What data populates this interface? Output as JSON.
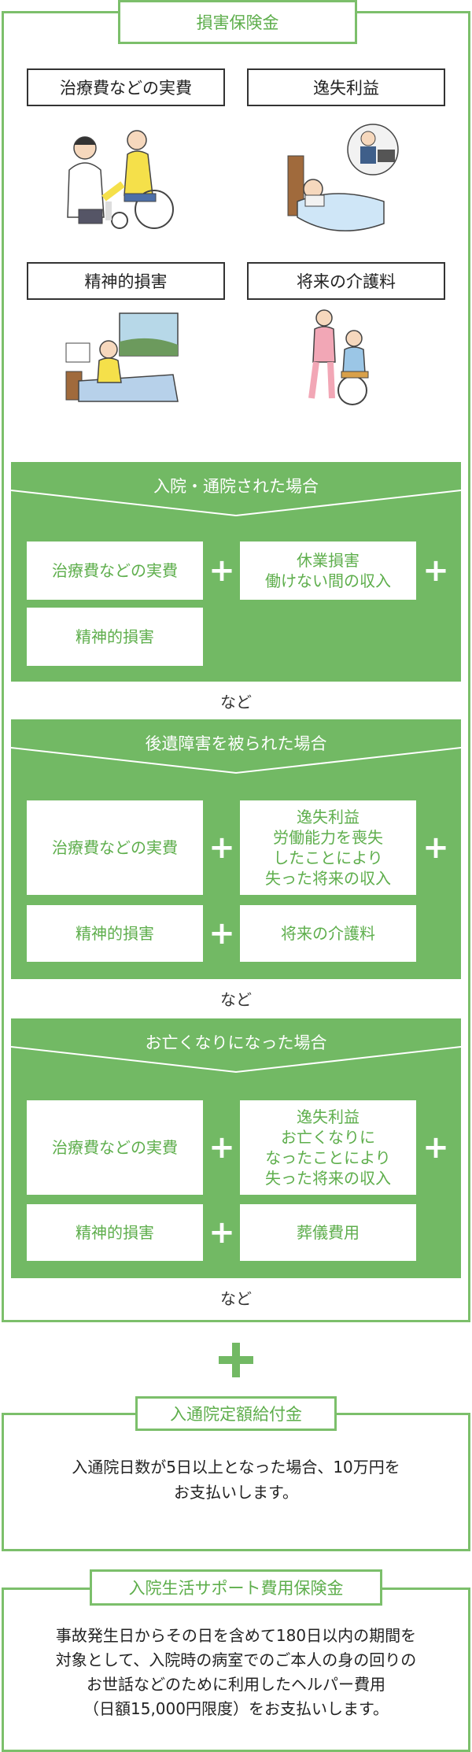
{
  "damage": {
    "title": "損害保険金",
    "categories": [
      "治療費などの実費",
      "逸失利益",
      "精神的損害",
      "将来の介護料"
    ],
    "illustrations": [
      "doctor-wheelchair-illustration",
      "bedridden-worker-illustration",
      "hospital-phone-illustration",
      "caregiver-wheelchair-illustration"
    ]
  },
  "hospital": {
    "title": "入院・通院された場合",
    "cells": [
      "治療費などの実費",
      "休業損害\n働けない間の収入",
      "精神的損害"
    ],
    "note": "など"
  },
  "aftereffect": {
    "title": "後遺障害を被られた場合",
    "cells": [
      "治療費などの実費",
      "逸失利益\n労働能力を喪失\nしたことにより\n失った将来の収入",
      "精神的損害",
      "将来の介護料"
    ],
    "note": "など"
  },
  "death": {
    "title": "お亡くなりになった場合",
    "cells": [
      "治療費などの実費",
      "逸失利益\nお亡くなりに\nなったことにより\n失った将来の収入",
      "精神的損害",
      "葬儀費用"
    ],
    "note": "など"
  },
  "plus_symbol": "+",
  "fixed_benefit": {
    "title": "入通院定額給付金",
    "text": "入通院日数が5日以上となった場合、10万円を\nお支払いします。"
  },
  "support": {
    "title": "入院生活サポート費用保険金",
    "text": "事故発生日からその日を含めて180日以内の期間を\n対象として、入院時の病室でのご本人の身の回りの\nお世話などのために利用したヘルパー費用\n（日額15,000円限度）をお支払いします。"
  },
  "colors": {
    "accent": "#72b964",
    "accent_text": "#5eae4c",
    "border": "#7cbf6b"
  }
}
